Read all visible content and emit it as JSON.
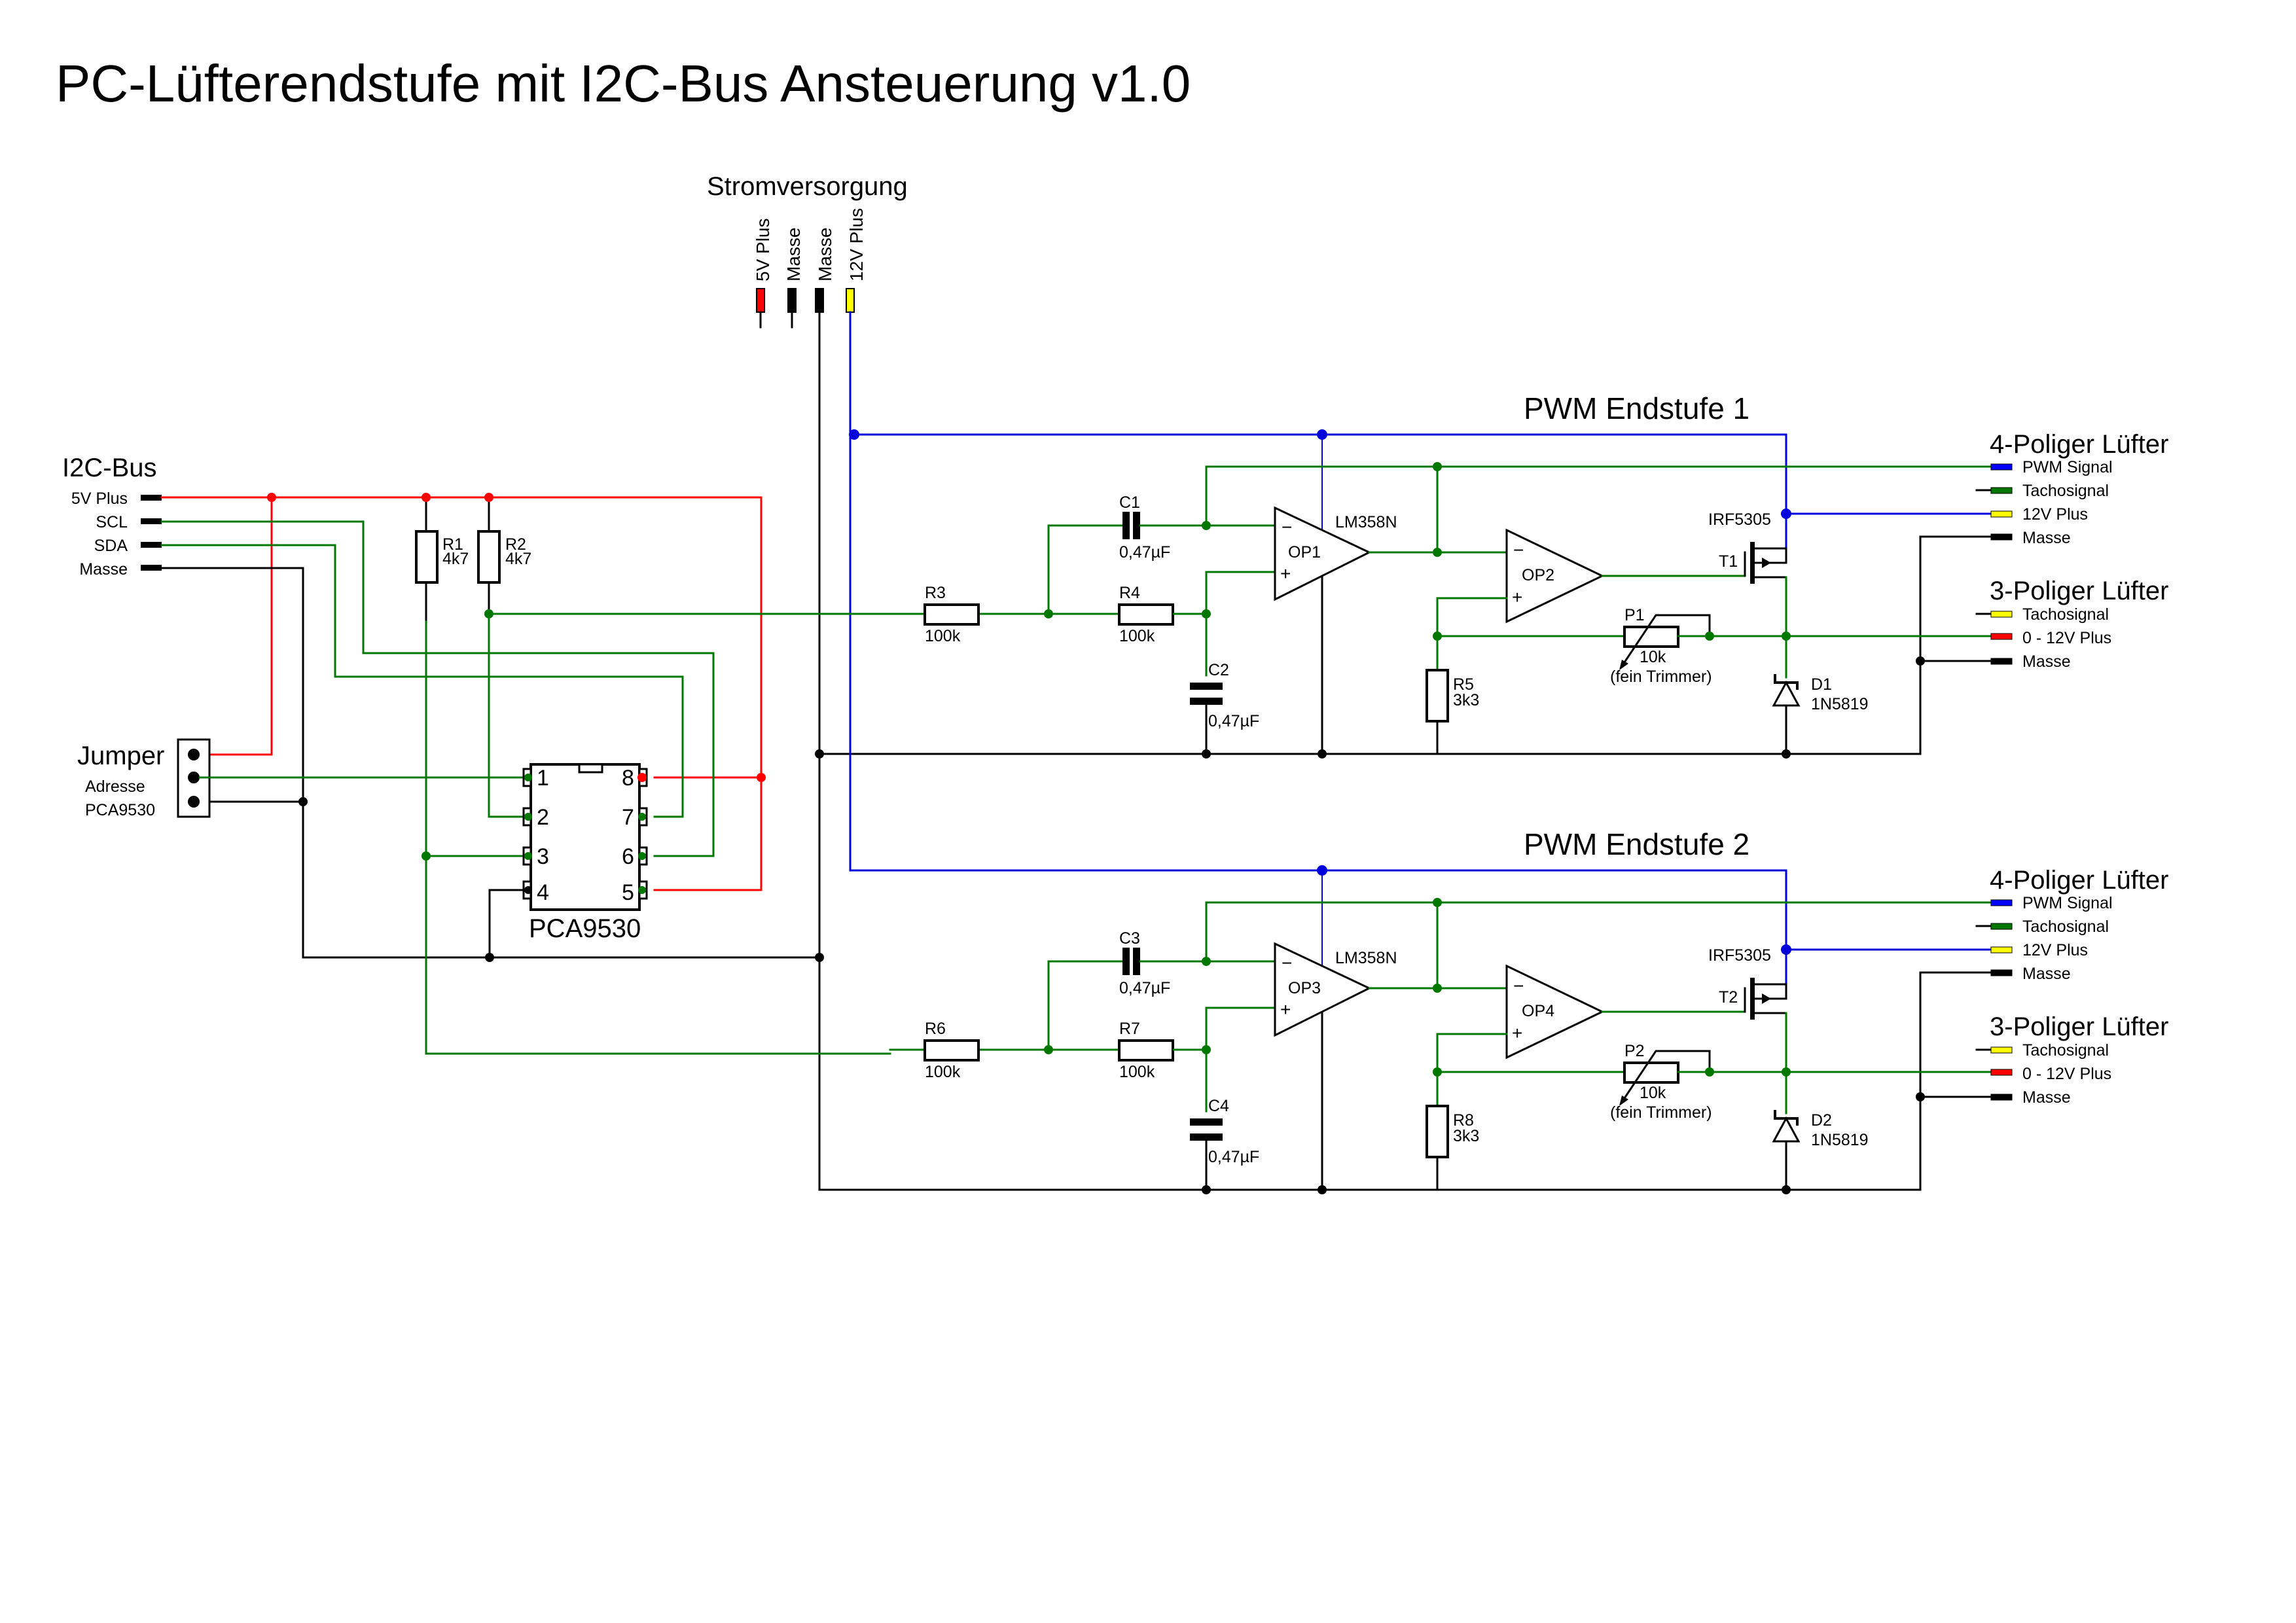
{
  "title": "PC-Lüfterendstufe mit I2C-Bus Ansteuerung v1.0",
  "power_supply": {
    "label": "Stromversorgung",
    "pins": [
      {
        "label": "5V Plus",
        "color": "#ff0000"
      },
      {
        "label": "Masse",
        "color": "#000000"
      },
      {
        "label": "Masse",
        "color": "#000000"
      },
      {
        "label": "12V Plus",
        "color": "#ffff00"
      }
    ]
  },
  "i2c": {
    "label": "I2C-Bus",
    "pins": [
      "5V Plus",
      "SCL",
      "SDA",
      "Masse"
    ]
  },
  "jumper": {
    "label": "Jumper",
    "sub1": "Adresse",
    "sub2": "PCA9530"
  },
  "resistors_pullup": [
    {
      "ref": "R1",
      "value": "4k7"
    },
    {
      "ref": "R2",
      "value": "4k7"
    }
  ],
  "ic": {
    "name": "PCA9530",
    "pins": [
      "1",
      "2",
      "3",
      "4",
      "5",
      "6",
      "7",
      "8"
    ]
  },
  "stages": [
    {
      "title": "PWM Endstufe 1",
      "r_in": {
        "ref": "R3",
        "value": "100k"
      },
      "r_filter": {
        "ref": "R4",
        "value": "100k"
      },
      "c_fb": {
        "ref": "C1",
        "value": "0,47µF"
      },
      "c_gnd": {
        "ref": "C2",
        "value": "0,47µF"
      },
      "opamp_a": "OP1",
      "opamp_b": "OP2",
      "opamp_type": "LM358N",
      "r_div": {
        "ref": "R5",
        "value": "3k3"
      },
      "pot": {
        "ref": "P1",
        "value": "10k",
        "note": "(fein Trimmer)"
      },
      "fet": {
        "ref": "T1",
        "type": "IRF5305"
      },
      "diode": {
        "ref": "D1",
        "type": "1N5819"
      }
    },
    {
      "title": "PWM Endstufe 2",
      "r_in": {
        "ref": "R6",
        "value": "100k"
      },
      "r_filter": {
        "ref": "R7",
        "value": "100k"
      },
      "c_fb": {
        "ref": "C3",
        "value": "0,47µF"
      },
      "c_gnd": {
        "ref": "C4",
        "value": "0,47µF"
      },
      "opamp_a": "OP3",
      "opamp_b": "OP4",
      "opamp_type": "LM358N",
      "r_div": {
        "ref": "R8",
        "value": "3k3"
      },
      "pot": {
        "ref": "P2",
        "value": "10k",
        "note": "(fein Trimmer)"
      },
      "fet": {
        "ref": "T2",
        "type": "IRF5305"
      },
      "diode": {
        "ref": "D2",
        "type": "1N5819"
      }
    }
  ],
  "fan4": {
    "title": "4-Poliger Lüfter",
    "pins": [
      {
        "label": "PWM Signal",
        "color": "#0000ff"
      },
      {
        "label": "Tachosignal",
        "color": "#007800"
      },
      {
        "label": "12V Plus",
        "color": "#ffff00"
      },
      {
        "label": "Masse",
        "color": "#000000"
      }
    ]
  },
  "fan3": {
    "title": "3-Poliger Lüfter",
    "pins": [
      {
        "label": "Tachosignal",
        "color": "#ffff00"
      },
      {
        "label": "0 - 12V Plus",
        "color": "#ff0000"
      },
      {
        "label": "Masse",
        "color": "#000000"
      }
    ]
  },
  "wire_colors": {
    "plus5": "#ff0000",
    "signal": "#007800",
    "plus12": "#0000dd",
    "ground": "#000000"
  }
}
